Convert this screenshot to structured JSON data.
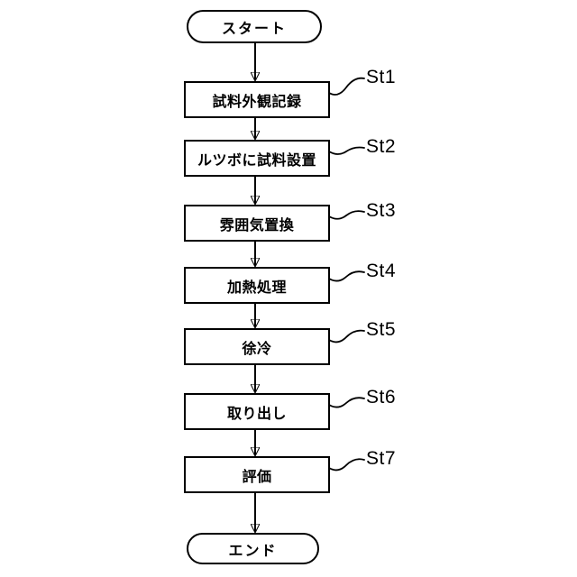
{
  "figure": {
    "kind": "flowchart",
    "start_label": "スタート",
    "end_label": "エンド",
    "steps": [
      {
        "id": "St1",
        "label": "試料外観記録"
      },
      {
        "id": "St2",
        "label": "ルツボに試料設置"
      },
      {
        "id": "St3",
        "label": "雰囲気置換"
      },
      {
        "id": "St4",
        "label": "加熱処理"
      },
      {
        "id": "St5",
        "label": "徐冷"
      },
      {
        "id": "St6",
        "label": "取り出し"
      },
      {
        "id": "St7",
        "label": "評価"
      }
    ],
    "colors": {
      "line": "#000000",
      "background": "#ffffff",
      "text": "#000000"
    }
  }
}
